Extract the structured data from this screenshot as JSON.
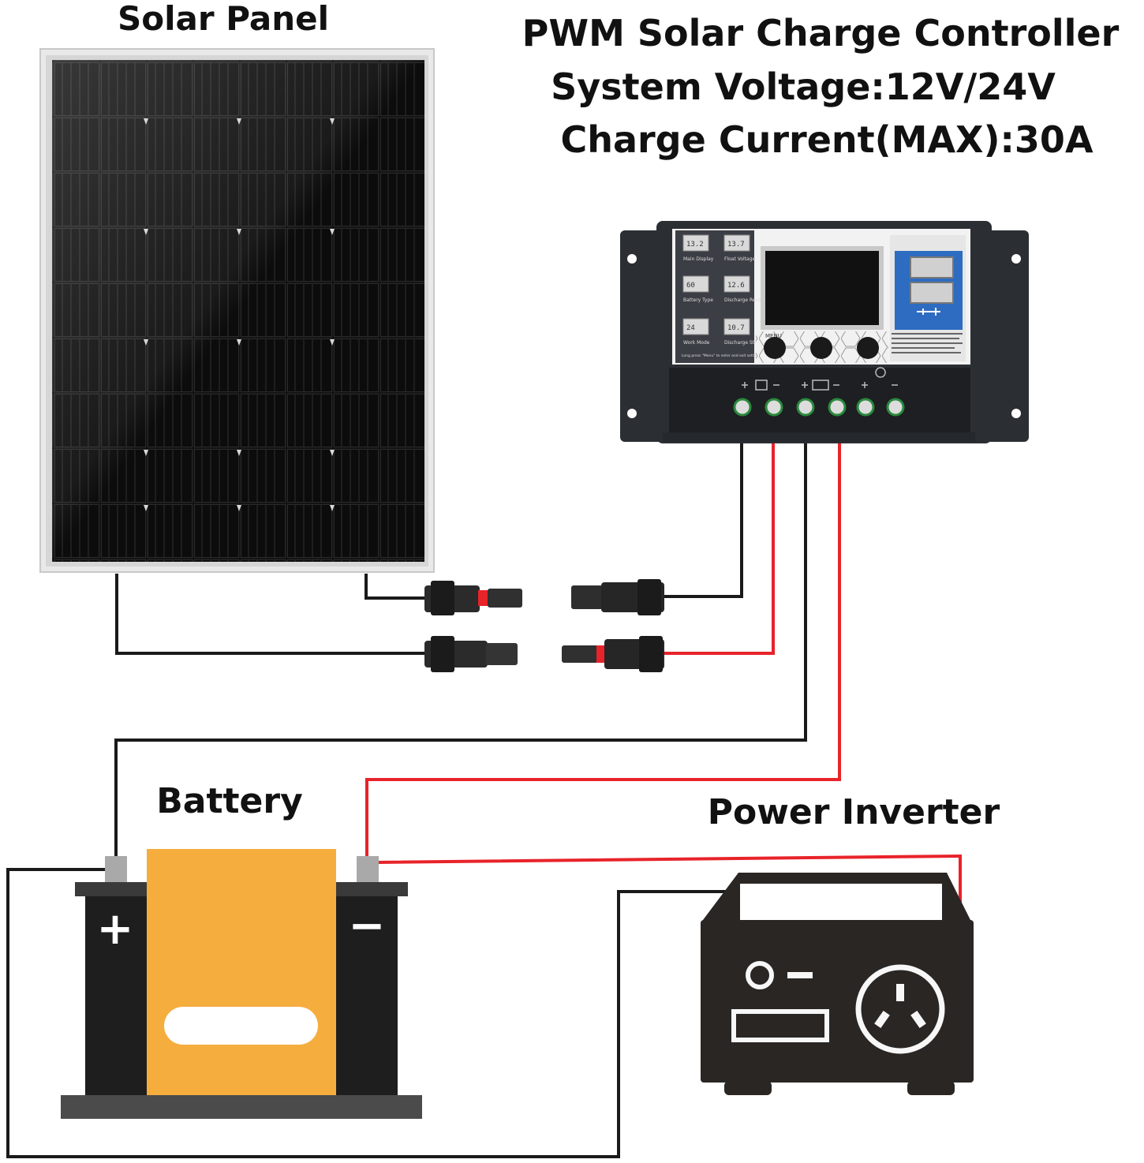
{
  "labels": {
    "solar_panel": "Solar Panel",
    "controller_title": "PWM Solar Charge Controller",
    "system_voltage": "System Voltage:12V/24V",
    "charge_current": "Charge Current(MAX):30A",
    "battery": "Battery",
    "power_inverter": "Power Inverter"
  },
  "battery_terminals": {
    "left_sign": "+",
    "right_sign": "−"
  },
  "controller_panel": {
    "menu_items": [
      {
        "value": "13.2",
        "label": "Main Display"
      },
      {
        "value": "13.7",
        "label": "Float Voltage"
      },
      {
        "value": "60",
        "label": "Battery Type"
      },
      {
        "value": "12.6",
        "label": "Discharge Reconnect"
      },
      {
        "value": "24",
        "label": "Work Mode"
      },
      {
        "value": "10.7",
        "label": "Discharge Stop"
      }
    ],
    "hint": "Long press \"Menu\" to enter and exit settings",
    "menu_button": "MENU"
  },
  "colors": {
    "wire_black": "#1a1a1a",
    "wire_red": "#e8232a",
    "battery_orange": "#f5ad3d",
    "battery_body": "#1e1e1e",
    "terminal_grey": "#a9a9a9",
    "inverter_body": "#2a2624",
    "controller_body": "#2b2e33",
    "usb_blue": "#2d6cc0"
  }
}
